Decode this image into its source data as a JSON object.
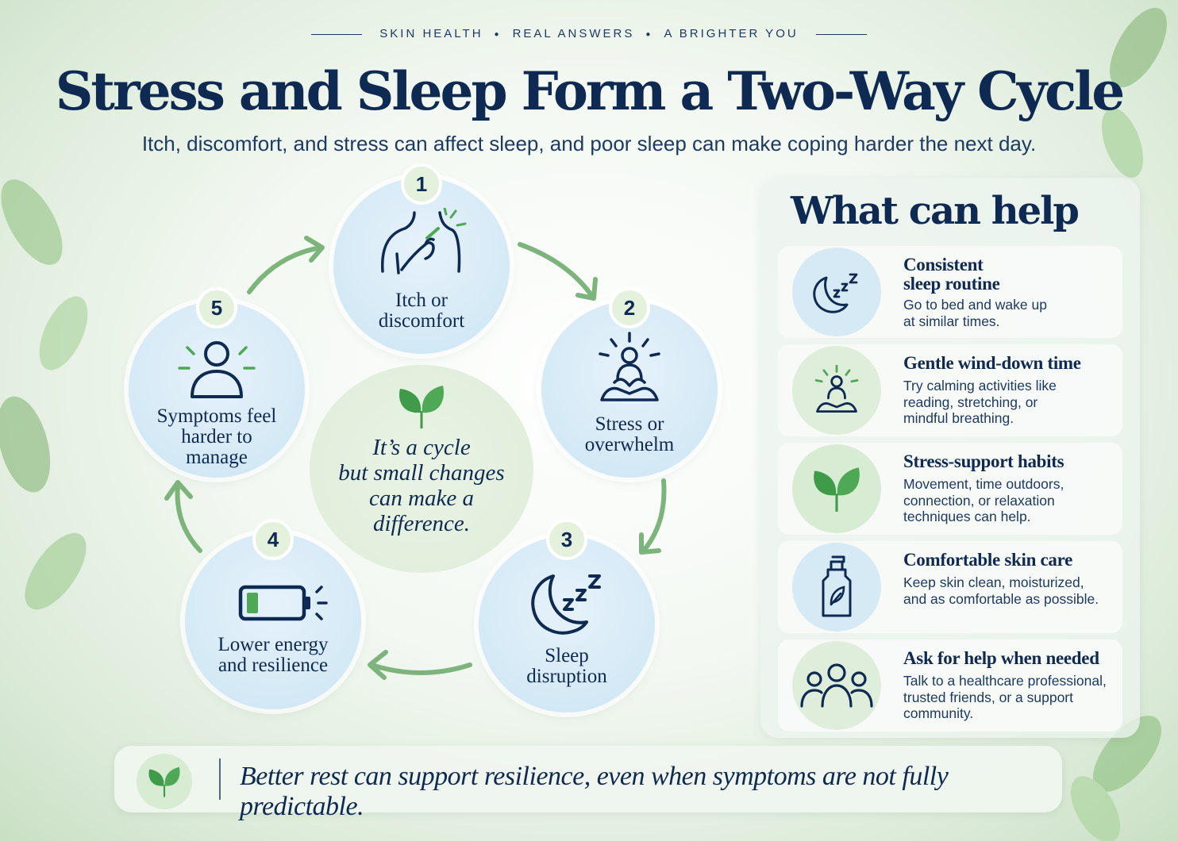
{
  "header": {
    "kicker": [
      "SKIN HEALTH",
      "REAL ANSWERS",
      "A BRIGHTER YOU"
    ],
    "title": "Stress and Sleep Form a Two-Way Cycle",
    "subtitle": "Itch, discomfort, and stress can affect sleep, and poor sleep can make coping harder the next day."
  },
  "cycle": {
    "center": [
      "It’s a cycle",
      "but small changes",
      "can make a",
      "difference."
    ],
    "steps": [
      {
        "number": "1",
        "label": [
          "Itch or",
          "discomfort"
        ],
        "icon": "scratching-shoulder-icon"
      },
      {
        "number": "2",
        "label": [
          "Stress or",
          "overwhelm"
        ],
        "icon": "meditation-icon"
      },
      {
        "number": "3",
        "label": [
          "Sleep",
          "disruption"
        ],
        "icon": "moon-zzz-icon"
      },
      {
        "number": "4",
        "label": [
          "Lower energy",
          "and resilience"
        ],
        "icon": "low-battery-icon"
      },
      {
        "number": "5",
        "label": [
          "Symptoms feel",
          "harder to",
          "manage"
        ],
        "icon": "person-strain-icon"
      }
    ]
  },
  "help": {
    "title": "What can help",
    "items": [
      {
        "title": [
          "Consistent",
          "sleep routine"
        ],
        "body": [
          "Go to bed and wake up",
          "at similar times."
        ],
        "icon": "moon-zzz-icon"
      },
      {
        "title": [
          "Gentle wind-down time"
        ],
        "body": [
          "Try calming activities like",
          "reading, stretching, or",
          "mindful breathing."
        ],
        "icon": "meditation-icon"
      },
      {
        "title": [
          "Stress-support habits"
        ],
        "body": [
          "Movement, time outdoors,",
          "connection, or relaxation",
          "techniques can help."
        ],
        "icon": "leaf-sprout-icon"
      },
      {
        "title": [
          "Comfortable skin care"
        ],
        "body": [
          "Keep skin clean, moisturized,",
          "and as comfortable as possible."
        ],
        "icon": "lotion-bottle-icon"
      },
      {
        "title": [
          "Ask for help when needed"
        ],
        "body": [
          "Talk to a healthcare professional,",
          "trusted friends, or a support",
          "community."
        ],
        "icon": "group-people-icon"
      }
    ]
  },
  "footer": {
    "text": "Better rest can support resilience, even when symptoms are not fully predictable.",
    "icon": "leaf-sprout-icon"
  },
  "colors": {
    "navy": "#0f2a52",
    "green": "#6faa6f",
    "leaf": "#3f9a4a",
    "node_blue": "#d4e9f6",
    "node_green": "#e2efdd"
  }
}
